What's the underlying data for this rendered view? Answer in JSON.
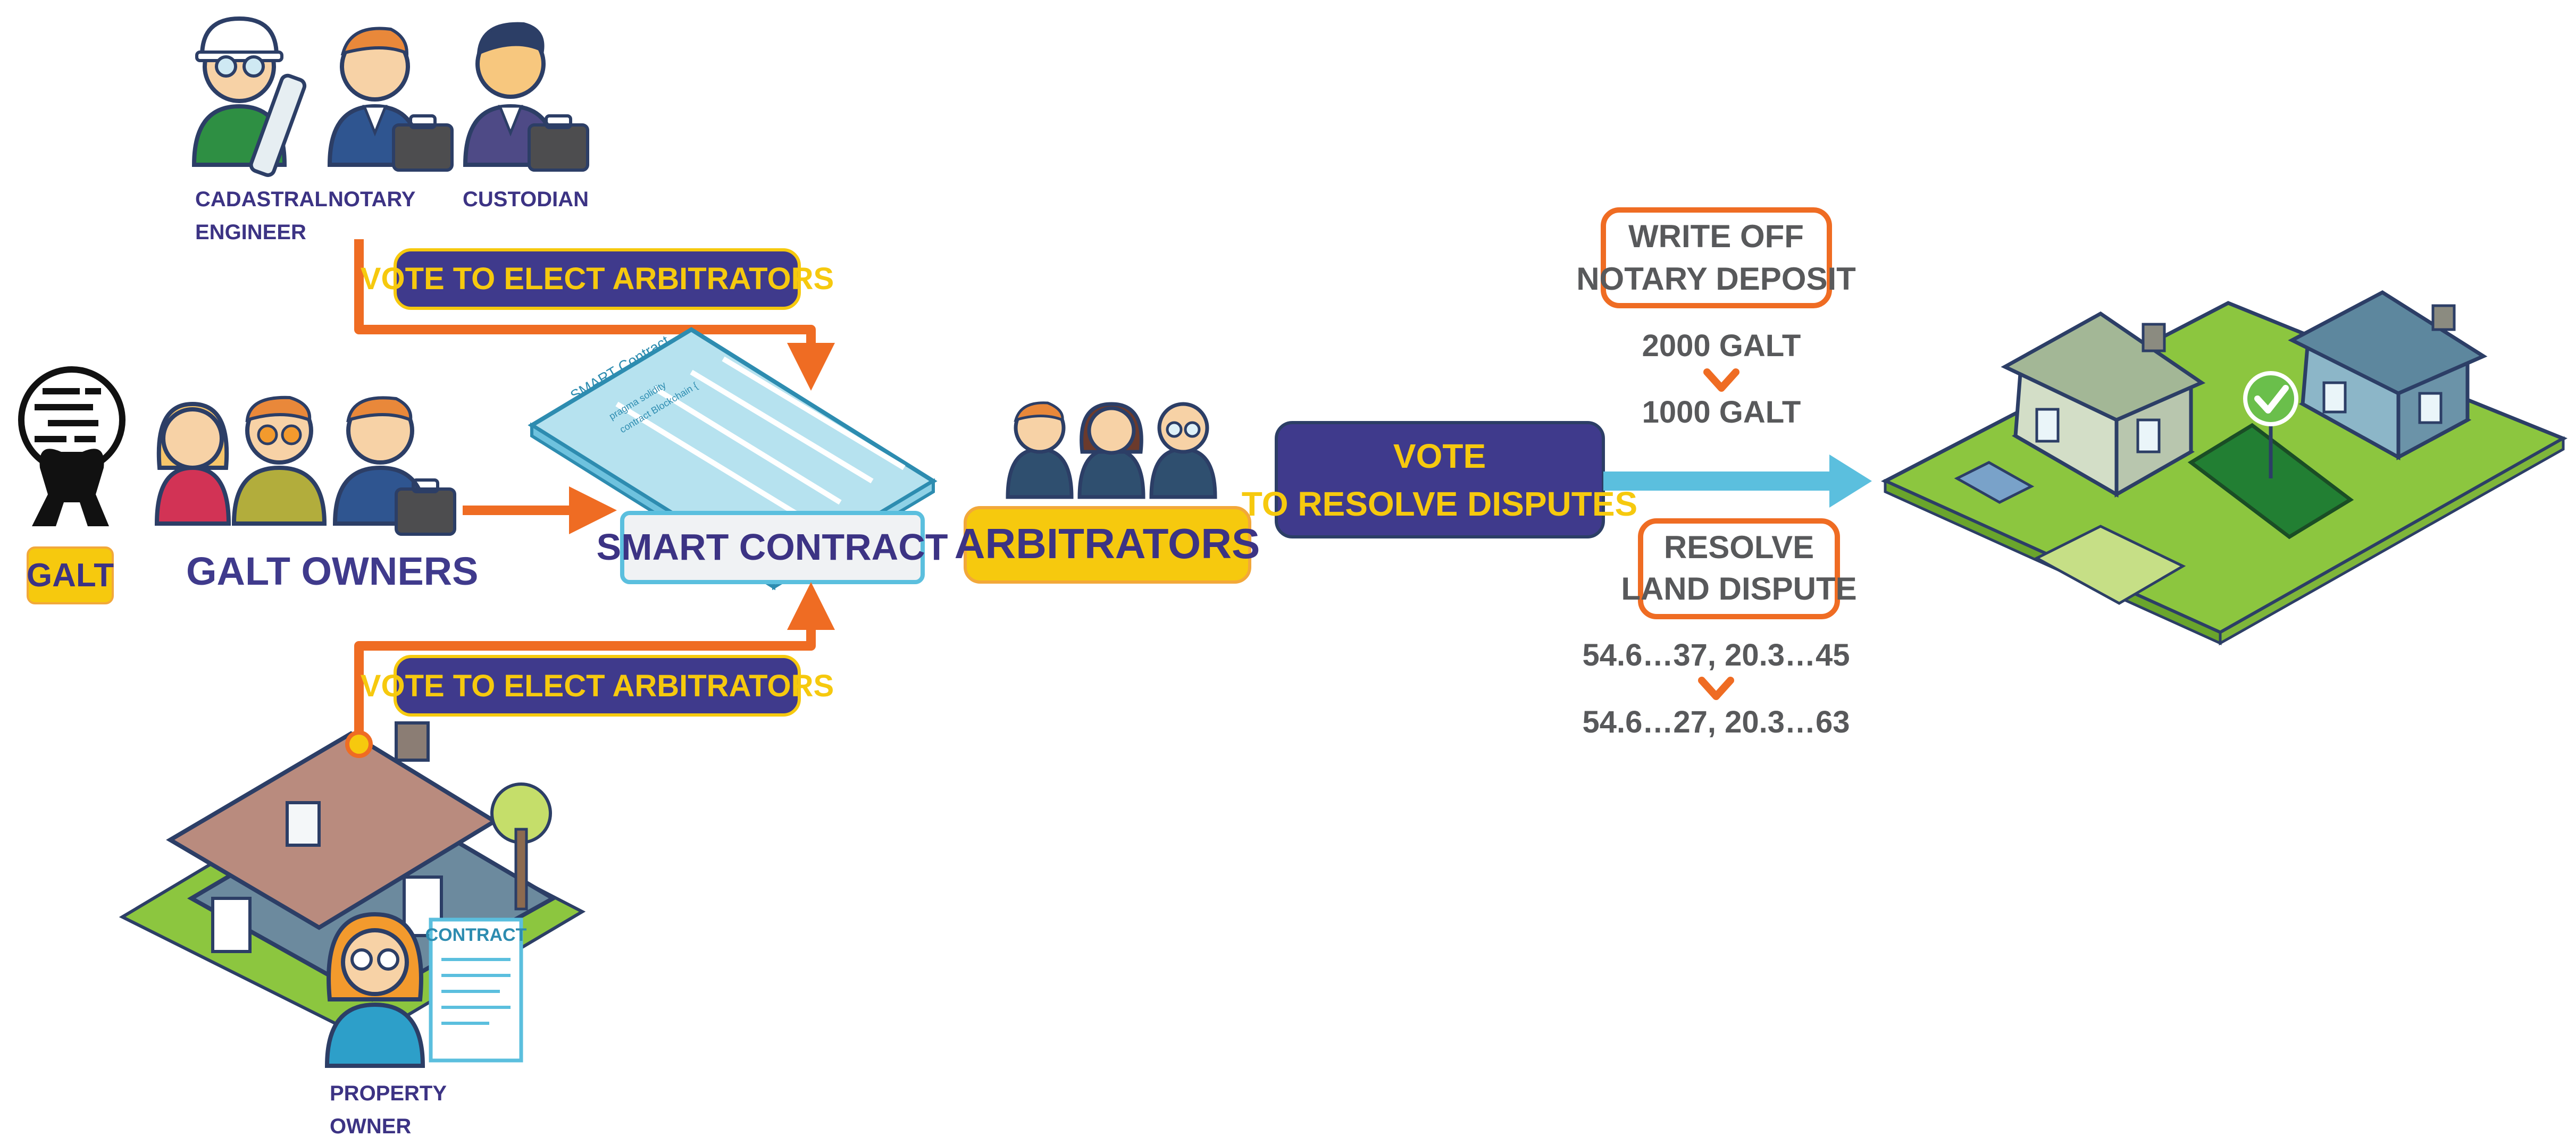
{
  "roles": {
    "cadastral_engineer": [
      "CADASTRAL",
      "ENGINEER"
    ],
    "notary": "NOTARY",
    "custodian": "CUSTODIAN",
    "property_owner": [
      "PROPERTY",
      "OWNER"
    ]
  },
  "galt_logo_label": "GALT",
  "galt_owners_label": "GALT OWNERS",
  "vote_elect_top": "VOTE TO ELECT ARBITRATORS",
  "vote_elect_bottom": "VOTE TO ELECT ARBITRATORS",
  "smart_contract_label": "SMART CONTRACT",
  "document": {
    "title": "SMART Contract",
    "line1": "pragma solidity",
    "line2": "contract Blockchain {",
    "contract_paper_title": "CONTRACT"
  },
  "arbitrators_label": "ARBITRATORS",
  "vote_resolve": [
    "VOTE",
    "TO RESOLVE DISPUTES"
  ],
  "write_off": {
    "lines": [
      "WRITE OFF",
      "NOTARY DEPOSIT"
    ],
    "from": "2000 GALT",
    "to": "1000 GALT"
  },
  "resolve_land": {
    "lines": [
      "RESOLVE",
      "LAND DISPUTE"
    ],
    "from": "54.6…37, 20.3…45",
    "to": "54.6…27, 20.3…63"
  },
  "colors": {
    "navy": "#3f3a8c",
    "text_purple": "#3c3384",
    "yellow": "#f6c90e",
    "orange": "#ef6c23",
    "blue_arrow": "#5bbfde",
    "grass": "#8cc63f",
    "grass_dark": "#227f33",
    "gray_text": "#58595b"
  }
}
